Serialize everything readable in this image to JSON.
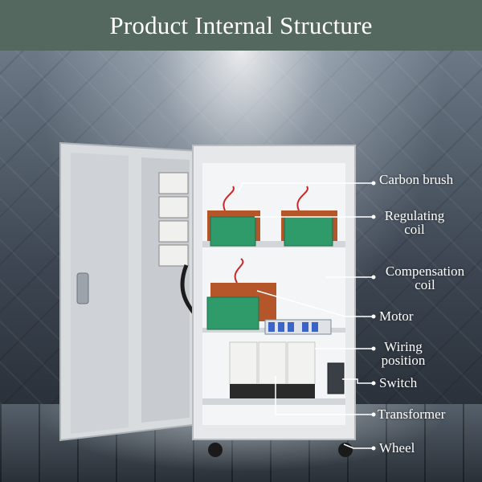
{
  "header": {
    "title": "Product Internal Structure"
  },
  "callouts": {
    "carbon_brush": "Carbon brush",
    "regulating_coil_line1": "Regulating",
    "regulating_coil_line2": "coil",
    "compensation_coil_line1": "Compensation",
    "compensation_coil_line2": "coil",
    "motor": "Motor",
    "wiring_position_line1": "Wiring",
    "wiring_position_line2": "position",
    "switch": "Switch",
    "transformer": "Transformer",
    "wheel": "Wheel"
  },
  "colors": {
    "header_bg": "#55685f",
    "cabinet": "#e6e8ea",
    "circuit_board": "#2f9a6a",
    "coil_copper": "#b5562a"
  }
}
